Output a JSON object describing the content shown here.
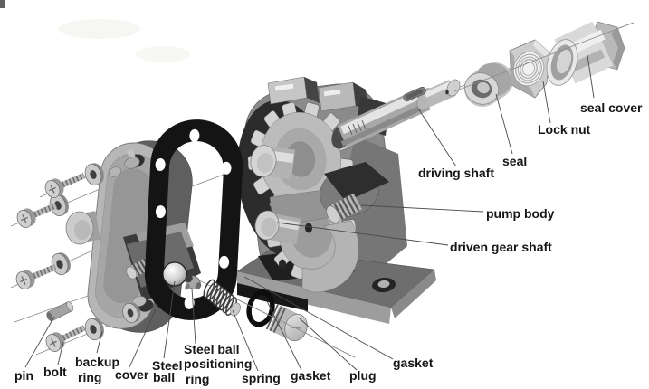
{
  "diagram": {
    "subject": "Gear pump exploded parts view",
    "background_color": "#ffffff",
    "label_text_color": "#161616",
    "leader_line_color": "#4a4a4a",
    "axis_line_color": "#8a8a8a",
    "gasket_color": "#141414",
    "metal_light": "#d6d6d6",
    "metal_mid": "#9a9a9a",
    "metal_dark": "#3a3a3a"
  },
  "labels": {
    "pin": {
      "text": "pin"
    },
    "bolt": {
      "text": "bolt"
    },
    "backup_ring": {
      "lines": [
        "backup",
        "ring"
      ]
    },
    "cover": {
      "text": "cover"
    },
    "steel_ball": {
      "lines": [
        "Steel",
        "ball"
      ]
    },
    "steel_ball_positioning_ring": {
      "lines": [
        "Steel ball",
        "positioning",
        "ring"
      ]
    },
    "spring": {
      "text": "spring"
    },
    "gasket_oring": {
      "text": "gasket"
    },
    "plug": {
      "text": "plug"
    },
    "gasket_flat": {
      "text": "gasket"
    },
    "driven_gear_shaft": {
      "text": "driven gear shaft"
    },
    "pump_body": {
      "text": "pump body"
    },
    "driving_shaft": {
      "text": "driving shaft"
    },
    "seal": {
      "text": "seal"
    },
    "lock_nut": {
      "text": "Lock nut"
    },
    "seal_cover": {
      "text": "seal cover"
    }
  }
}
